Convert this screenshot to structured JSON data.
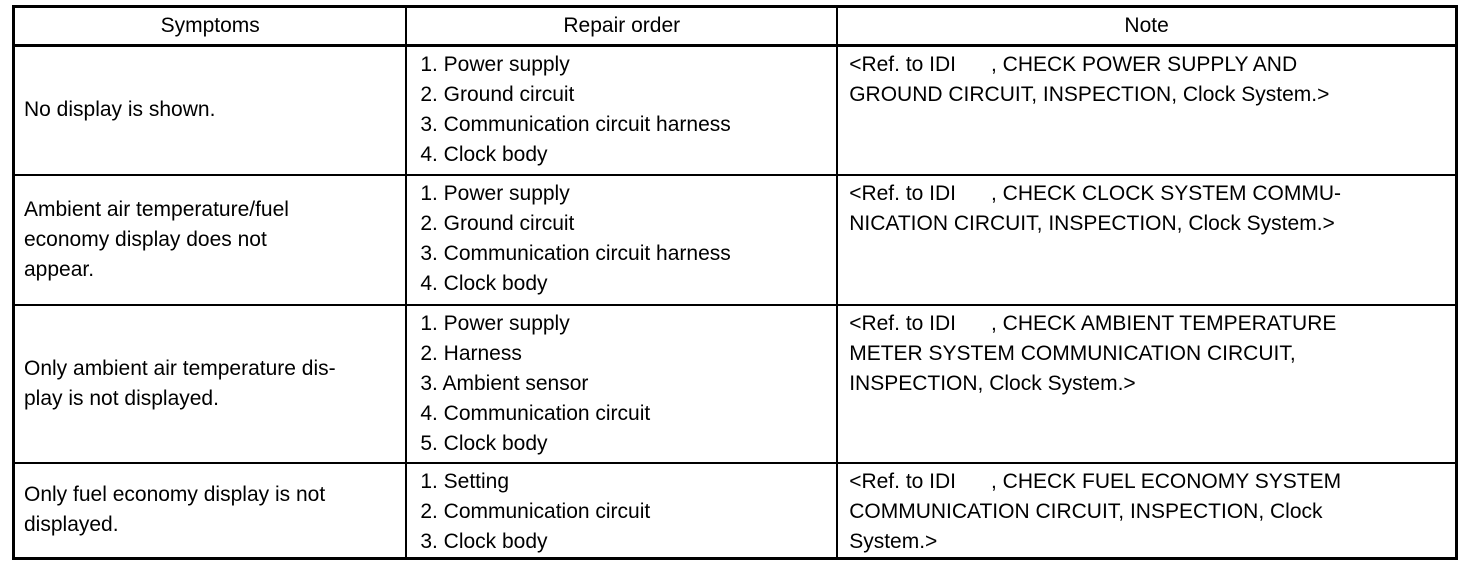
{
  "page": {
    "background_color": "#ffffff",
    "text_color": "#000000",
    "border_color": "#000000"
  },
  "table": {
    "columns": [
      "Symptoms",
      "Repair order",
      "Note"
    ],
    "rows": [
      {
        "symptom_lines": [
          "No display is shown."
        ],
        "repair_order": [
          "1. Power supply",
          "2. Ground circuit",
          "3. Communication circuit harness",
          "4. Clock body"
        ],
        "note_lines": [
          "<Ref. to IDI      , CHECK POWER SUPPLY AND",
          "GROUND CIRCUIT, INSPECTION, Clock System.>"
        ]
      },
      {
        "symptom_lines": [
          "Ambient air temperature/fuel",
          "economy display does not",
          "appear."
        ],
        "repair_order": [
          "1. Power supply",
          "2. Ground circuit",
          "3. Communication circuit harness",
          "4. Clock body"
        ],
        "note_lines": [
          "<Ref. to IDI      , CHECK CLOCK SYSTEM COMMU-",
          "NICATION CIRCUIT, INSPECTION, Clock System.>"
        ]
      },
      {
        "symptom_lines": [
          "Only ambient air temperature dis-",
          "play is not displayed."
        ],
        "repair_order": [
          "1. Power supply",
          "2. Harness",
          "3. Ambient sensor",
          "4. Communication circuit",
          "5. Clock body"
        ],
        "note_lines": [
          "<Ref. to IDI      , CHECK AMBIENT TEMPERATURE",
          "METER SYSTEM COMMUNICATION CIRCUIT,",
          "INSPECTION, Clock System.>"
        ]
      },
      {
        "symptom_lines": [
          "Only fuel economy display is not",
          "displayed."
        ],
        "repair_order": [
          "1. Setting",
          "2. Communication circuit",
          "3. Clock body"
        ],
        "note_lines": [
          "<Ref. to IDI      , CHECK FUEL ECONOMY SYSTEM",
          "COMMUNICATION CIRCUIT, INSPECTION, Clock",
          "System.>"
        ]
      }
    ]
  }
}
